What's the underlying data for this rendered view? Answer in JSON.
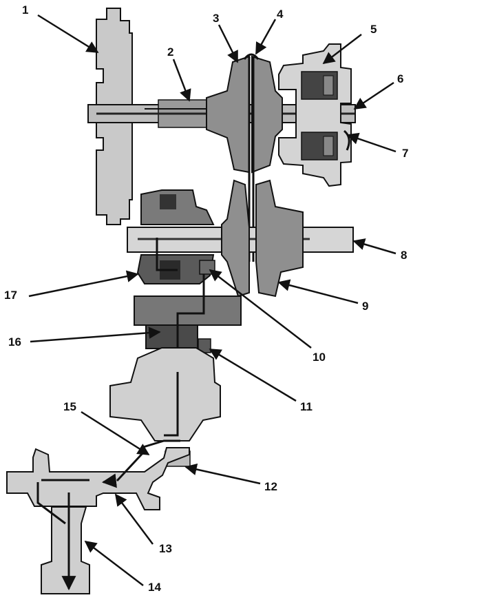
{
  "colors": {
    "ink": "#111111",
    "part_light": "#d9d9d9",
    "part_mid": "#a8a8a8",
    "part_dark": "#6e6e6e",
    "part_darkest": "#3a3a3a",
    "background": "#ffffff"
  },
  "callouts": [
    {
      "id": "1",
      "label": "1"
    },
    {
      "id": "2",
      "label": "2"
    },
    {
      "id": "3",
      "label": "3"
    },
    {
      "id": "4",
      "label": "4"
    },
    {
      "id": "5",
      "label": "5"
    },
    {
      "id": "6",
      "label": "6"
    },
    {
      "id": "7",
      "label": "7"
    },
    {
      "id": "8",
      "label": "8"
    },
    {
      "id": "9",
      "label": "9"
    },
    {
      "id": "10",
      "label": "10"
    },
    {
      "id": "11",
      "label": "11"
    },
    {
      "id": "12",
      "label": "12"
    },
    {
      "id": "13",
      "label": "13"
    },
    {
      "id": "14",
      "label": "14"
    },
    {
      "id": "15",
      "label": "15"
    },
    {
      "id": "16",
      "label": "16"
    },
    {
      "id": "17",
      "label": "17"
    }
  ]
}
